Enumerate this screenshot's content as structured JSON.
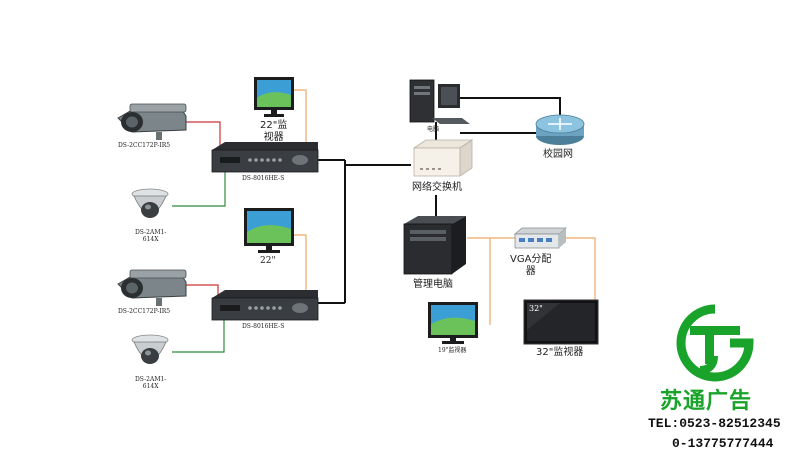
{
  "devices": {
    "cam1": "DS-2CC172P-IR5",
    "dome1": [
      "DS-2AM1-",
      "614X"
    ],
    "cam2": "DS-2CC172P-IR5",
    "dome2": [
      "DS-2AM1-",
      "614X"
    ],
    "dvr1": "DS-8016HE-S",
    "dvr2": "DS-8016HE-S",
    "monitor1": [
      "22\"监",
      "视器"
    ],
    "monitor2": "22\"",
    "pc_top": "电脑",
    "router": "校园网",
    "switch": "网络交换机",
    "mgmt_pc": "管理电脑",
    "vga": [
      "VGA分配",
      "器"
    ],
    "monitor19": "19\"监视器",
    "big_screen": "32\"监视器",
    "big_screen_corner": "32\""
  },
  "brand": {
    "name": "苏通广告",
    "tel": "TEL:0523-82512345",
    "mobile": "0-13775777444",
    "logo_color": "#1aa32a"
  },
  "colors": {
    "cable_black": "#111111",
    "cable_red": "#cc3333",
    "cable_green": "#2e8b3a",
    "cable_orange": "#f0a868"
  }
}
